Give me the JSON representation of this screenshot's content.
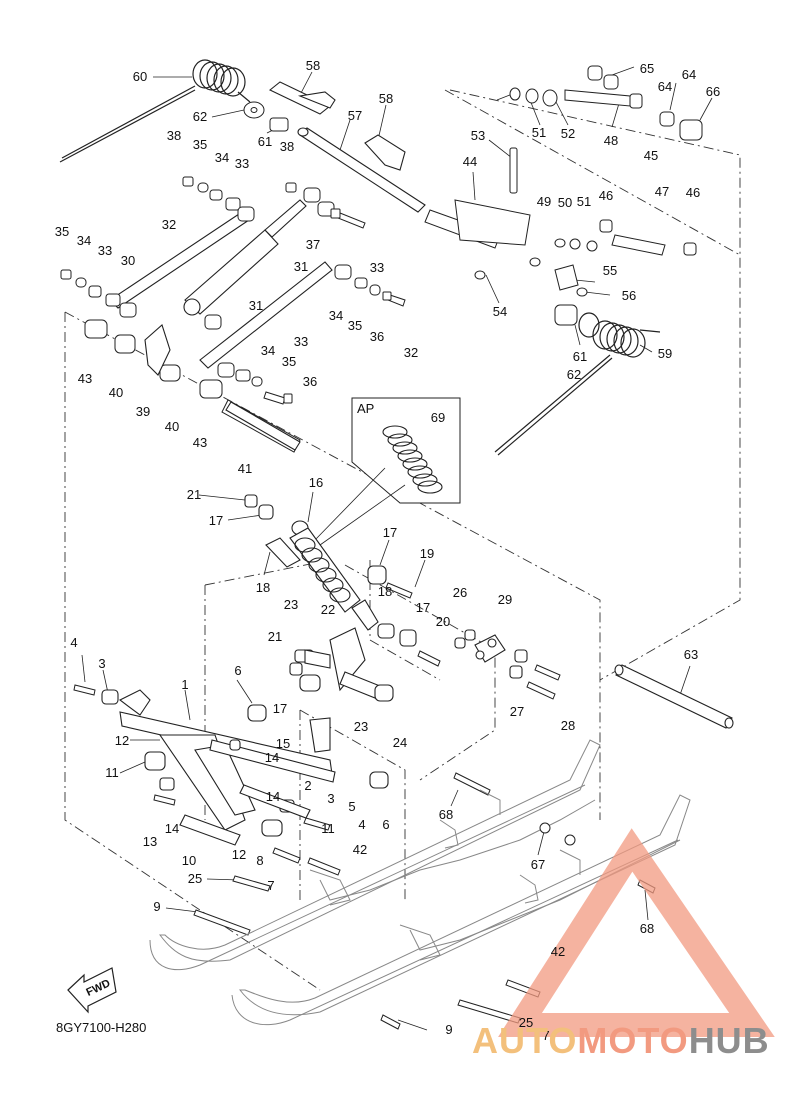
{
  "diagram": {
    "part_code": "8GY7100-H280",
    "fwd_label": "FWD",
    "ap_label": "AP",
    "callouts": [
      "60",
      "58",
      "58",
      "57",
      "62",
      "61",
      "38",
      "35",
      "34",
      "33",
      "32",
      "38",
      "35",
      "34",
      "33",
      "30",
      "31",
      "31",
      "37",
      "33",
      "34",
      "35",
      "36",
      "32",
      "33",
      "34",
      "35",
      "36",
      "43",
      "40",
      "39",
      "40",
      "43",
      "41",
      "65",
      "64",
      "64",
      "66",
      "51",
      "52",
      "48",
      "53",
      "44",
      "45",
      "49",
      "50",
      "51",
      "46",
      "47",
      "46",
      "55",
      "56",
      "54",
      "61",
      "62",
      "59",
      "69",
      "21",
      "17",
      "16",
      "17",
      "19",
      "18",
      "18",
      "17",
      "20",
      "23",
      "22",
      "21",
      "26",
      "29",
      "27",
      "28",
      "63",
      "4",
      "3",
      "6",
      "1",
      "17",
      "23",
      "24",
      "12",
      "15",
      "14",
      "14",
      "11",
      "2",
      "3",
      "5",
      "4",
      "11",
      "6",
      "13",
      "14",
      "10",
      "12",
      "8",
      "42",
      "25",
      "7",
      "9",
      "68",
      "67",
      "68",
      "42",
      "25",
      "7",
      "9"
    ]
  },
  "watermark": {
    "brand_part1": "AUTO",
    "brand_part2": "MOTO",
    "brand_part3": "HUB",
    "colors": {
      "part1": "#f3c07c",
      "part2": "#f29a80",
      "part3": "#8d8d8d",
      "triangle": "#f29a80"
    }
  }
}
